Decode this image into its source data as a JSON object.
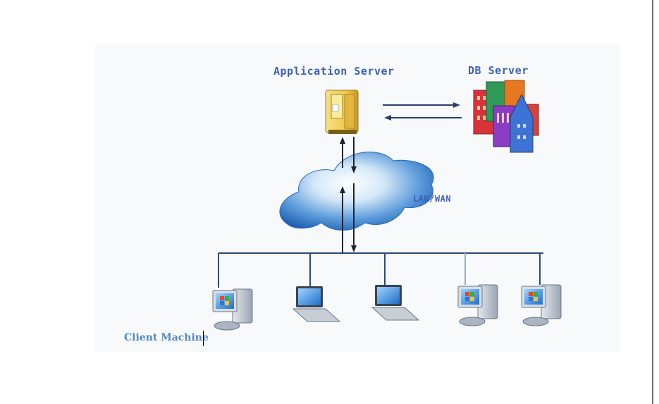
{
  "diagram": {
    "labels": {
      "application_server": "Application Server",
      "db_server": "DB Server",
      "network": "LAN/WAN",
      "client": "Client Machine"
    },
    "icons": {
      "application_server": "server-tower-icon",
      "db_server": "database-buildings-icon",
      "network": "network-cloud-icon",
      "clients": [
        "desktop-computer-icon",
        "laptop-icon",
        "laptop-icon",
        "desktop-computer-icon",
        "desktop-computer-icon"
      ]
    },
    "colors": {
      "label_blue": "#3c62b6",
      "client_label_blue": "#5585c2",
      "connector": "#2e4a73",
      "arrow": "#2a3f6a",
      "cloud": "#2f72c4"
    }
  }
}
